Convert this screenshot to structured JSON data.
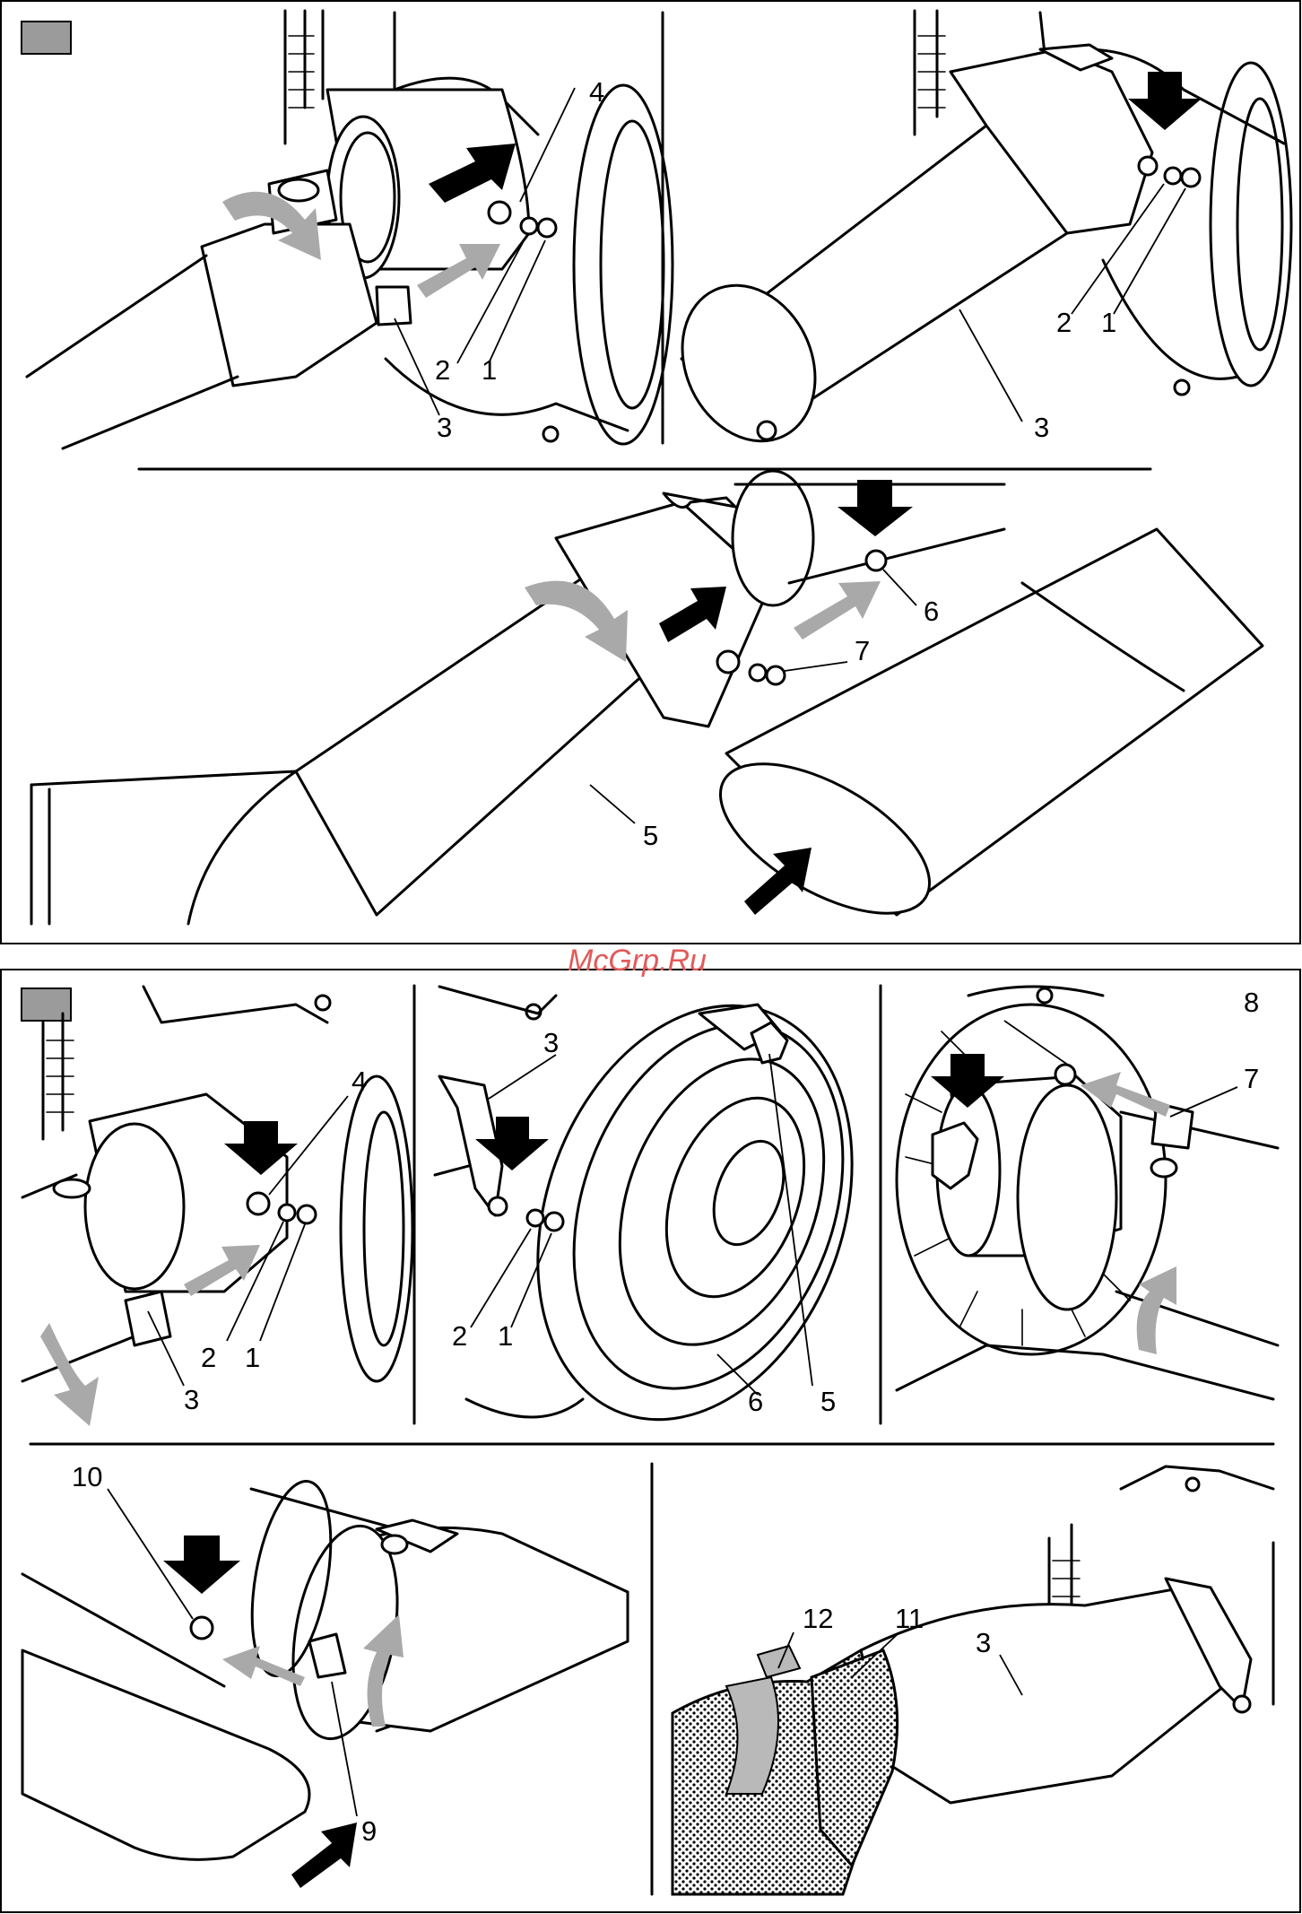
{
  "watermark": "McGrp.Ru",
  "sections": [
    {
      "id": "section-top",
      "panels": [
        {
          "id": "panel-a",
          "callouts": [
            "4",
            "2",
            "1",
            "3"
          ]
        },
        {
          "id": "panel-b",
          "callouts": [
            "2",
            "1",
            "3"
          ]
        },
        {
          "id": "panel-c",
          "callouts": [
            "6",
            "7",
            "5"
          ]
        }
      ]
    },
    {
      "id": "section-bottom",
      "panels": [
        {
          "id": "panel-d",
          "callouts": [
            "4",
            "2",
            "1",
            "3"
          ]
        },
        {
          "id": "panel-e",
          "callouts": [
            "3",
            "2",
            "1",
            "6",
            "5"
          ]
        },
        {
          "id": "panel-f",
          "callouts": [
            "8",
            "7"
          ]
        },
        {
          "id": "panel-g",
          "callouts": [
            "10",
            "9"
          ]
        },
        {
          "id": "panel-h",
          "callouts": [
            "12",
            "11",
            "3"
          ]
        }
      ]
    }
  ],
  "colors": {
    "badge": "#9b9b9b",
    "arrow_grey": "#a9a9a9",
    "arrow_black": "#000000",
    "watermark": "#e25a5a"
  }
}
